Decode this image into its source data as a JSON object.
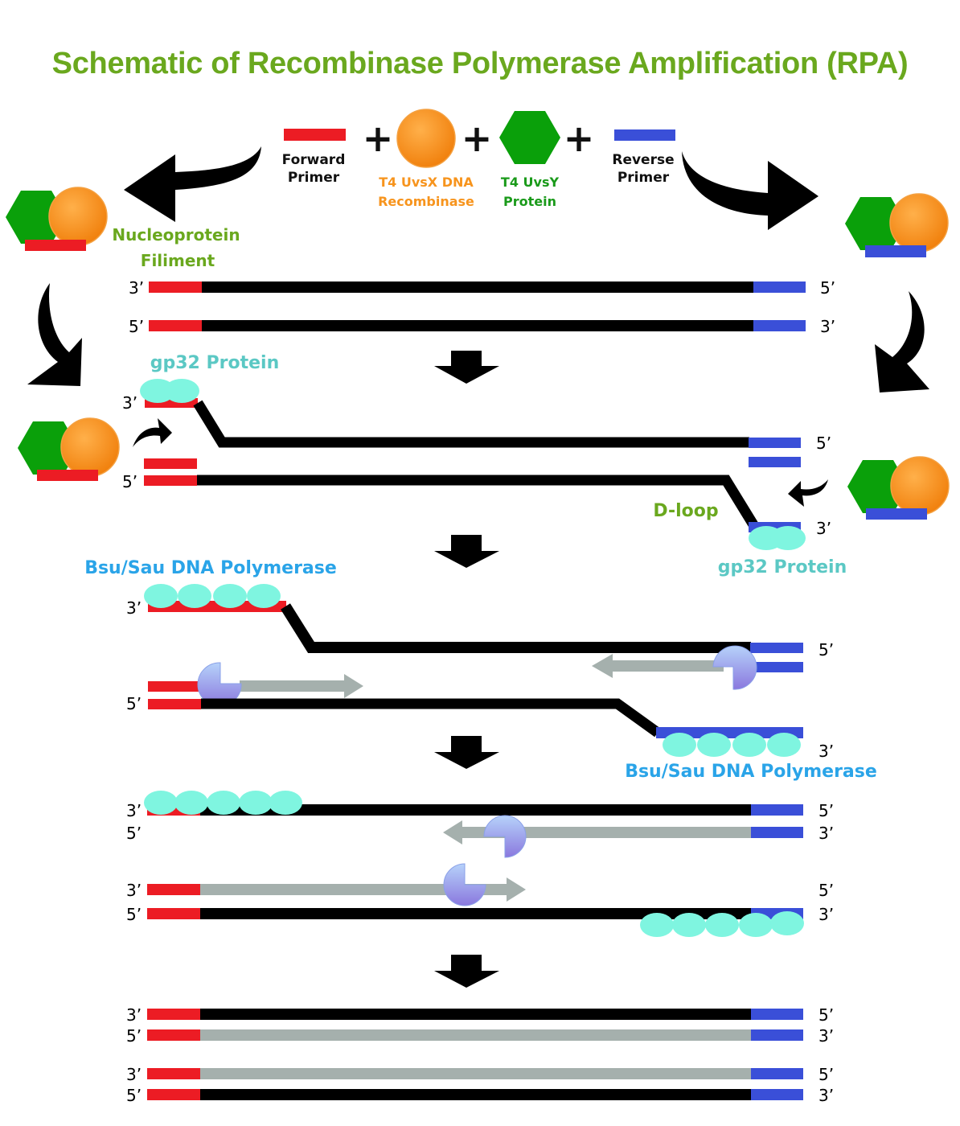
{
  "title": "Schematic of Recombinase Polymerase Amplification (RPA)",
  "colors": {
    "title_green": "#6aa81e",
    "forward_primer": "#ec1c24",
    "reverse_primer": "#3a4fd8",
    "template_strand": "#000000",
    "new_strand": "#a5b0ad",
    "recombinase_orange": "#f7941d",
    "uvsy_green": "#0aa00a",
    "gp32_cyan": "#7ff5e0",
    "gp32_label": "#5bc8c4",
    "polymerase_label": "#2aa4e8",
    "polymerase_body": "#9aa8ee"
  },
  "legend": {
    "forward_primer": [
      "Forward",
      "Primer"
    ],
    "recombinase": [
      "T4 UvsX DNA",
      "Recombinase"
    ],
    "uvsy": [
      "T4 UvsY",
      "Protein"
    ],
    "reverse_primer": [
      "Reverse",
      "Primer"
    ],
    "plus": "+"
  },
  "labels": {
    "nucleoprotein": [
      "Nucleoprotein",
      "Filiment"
    ],
    "gp32_top": "gp32 Protein",
    "gp32_right": "gp32 Protein",
    "dloop": "D-loop",
    "bsu_left": "Bsu/Sau DNA Polymerase",
    "bsu_right": "Bsu/Sau DNA Polymerase"
  },
  "ends": {
    "three": "3’",
    "five": "5’"
  },
  "stages": [
    {
      "name": "target-dsDNA",
      "left": [
        "3’",
        "5’"
      ],
      "right": [
        "5’",
        "3’"
      ]
    },
    {
      "name": "strand-invasion",
      "left": [
        "3’",
        "5’"
      ],
      "right": [
        "5’",
        "3’"
      ]
    },
    {
      "name": "polymerase-binding",
      "left": [
        "3’",
        "5’"
      ],
      "right": [
        "5’",
        "3’"
      ]
    },
    {
      "name": "strand-extension",
      "left": [
        "3’",
        "5’",
        "3’",
        "5’"
      ],
      "right": [
        "5’",
        "3’",
        "5’",
        "3’"
      ]
    },
    {
      "name": "amplified-products",
      "left": [
        "3’",
        "5’",
        "3’",
        "5’"
      ],
      "right": [
        "5’",
        "3’",
        "5’",
        "3’"
      ]
    }
  ]
}
